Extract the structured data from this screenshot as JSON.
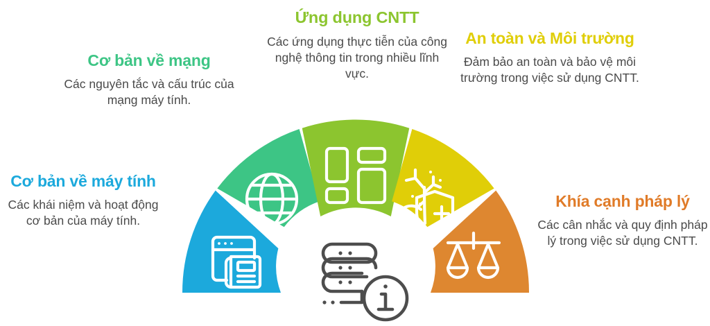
{
  "graphic": {
    "type": "semicircular-segmented-diagram",
    "center_icon": "server-info-icon",
    "center_icon_color": "#4d4d4d",
    "segment_count": 5
  },
  "segments": [
    {
      "key": "computer_basics",
      "icon": "browser-document-icon",
      "color": "#1CA9DC",
      "title": "Cơ bản về máy tính",
      "description": "Các khái niệm và hoạt động cơ bản của máy tính."
    },
    {
      "key": "network_basics",
      "icon": "globe-icon",
      "color": "#3DC585",
      "title": "Cơ bản về mạng",
      "description": "Các nguyên tắc và cấu trúc của mạng máy tính."
    },
    {
      "key": "it_applications",
      "icon": "dashboard-grid-icon",
      "color": "#8CC52F",
      "title": "Ứng dụng CNTT",
      "description": "Các ứng dụng thực tiễn của công nghệ thông tin trong nhiều lĩnh vực."
    },
    {
      "key": "safety_environment",
      "icon": "tree-shield-icon",
      "color": "#E0CE08",
      "title": "An toàn và Môi trường",
      "description": "Đảm bảo an toàn và bảo vệ môi trường trong việc sử dụng CNTT."
    },
    {
      "key": "legal_aspects",
      "icon": "scales-of-justice-icon",
      "color": "#DE8730",
      "title": "Khía cạnh pháp lý",
      "description": "Các cân nhắc và quy định pháp lý trong việc sử dụng CNTT."
    }
  ]
}
